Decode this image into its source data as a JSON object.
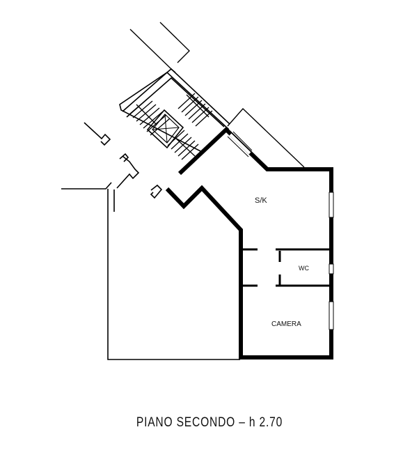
{
  "plan": {
    "rooms": [
      {
        "id": "sk",
        "label": "S/K"
      },
      {
        "id": "wc",
        "label": "WC"
      },
      {
        "id": "camera",
        "label": "CAMERA"
      }
    ],
    "caption": "PIANO SECONDO  –  h 2.70",
    "colors": {
      "walls": "#000000",
      "background": "#ffffff"
    }
  }
}
